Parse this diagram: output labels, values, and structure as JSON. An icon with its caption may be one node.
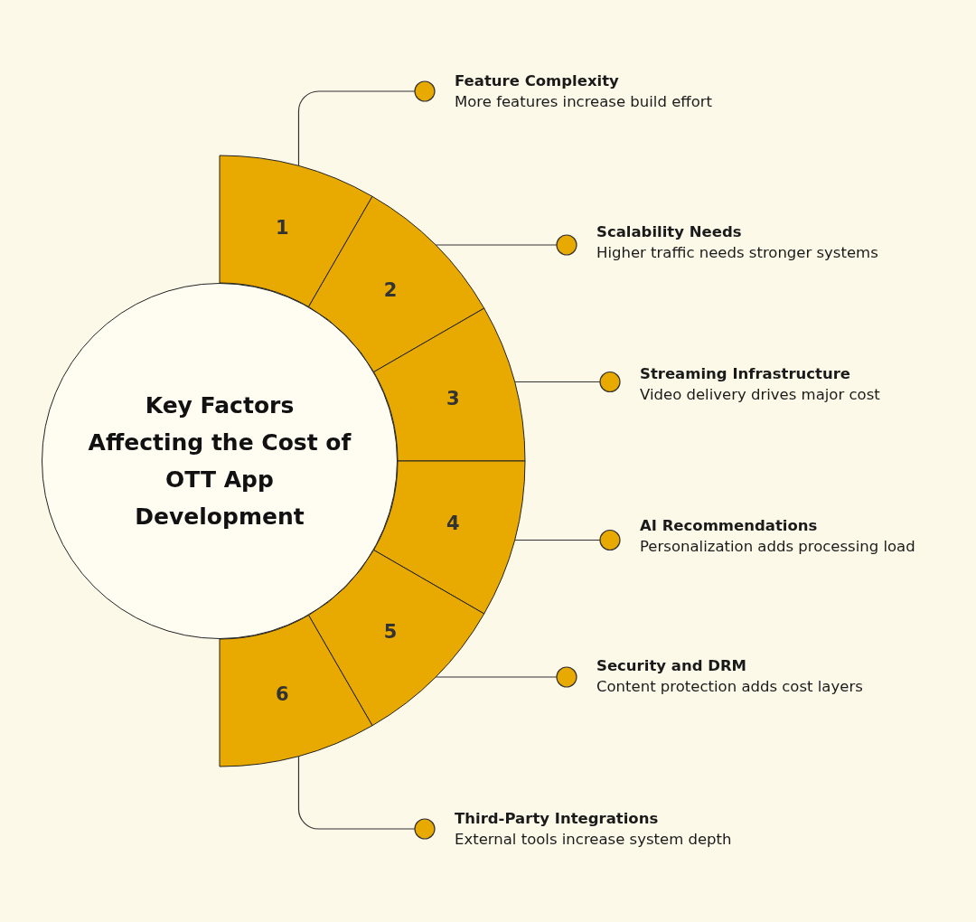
{
  "diagram": {
    "nodes": [
      {
        "text": [
          "Key Factors Affecting the Cost of OTT App Development"
        ]
      },
      {
        "text": [
          "1"
        ]
      },
      {
        "text": [
          "2"
        ]
      },
      {
        "text": [
          "3"
        ]
      },
      {
        "text": [
          "4"
        ]
      },
      {
        "text": [
          "5"
        ]
      },
      {
        "text": [
          "6"
        ]
      },
      {
        "text": [
          "Feature Complexity",
          "More features increase build effort"
        ]
      },
      {
        "text": [
          "Scalability Needs",
          "Higher traffic needs stronger systems"
        ]
      },
      {
        "text": [
          "Streaming Infrastructure",
          "Video delivery drives major cost"
        ]
      },
      {
        "text": [
          "AI Recommendations",
          "Personalization adds processing load"
        ]
      },
      {
        "text": [
          "Security and DRM",
          "Content protection adds cost layers"
        ]
      },
      {
        "text": [
          "Third-Party Integrations",
          "External tools increase system depth"
        ]
      }
    ],
    "edges": [
      {
        "from": 1,
        "to": 7,
        "arrow": "other"
      },
      {
        "from": 2,
        "to": 8,
        "arrow": "other"
      },
      {
        "from": 3,
        "to": 9,
        "arrow": "other"
      },
      {
        "from": 4,
        "to": 10,
        "arrow": "other"
      },
      {
        "from": 5,
        "to": 11,
        "arrow": "other"
      },
      {
        "from": 6,
        "to": 12,
        "arrow": "other"
      }
    ]
  }
}
